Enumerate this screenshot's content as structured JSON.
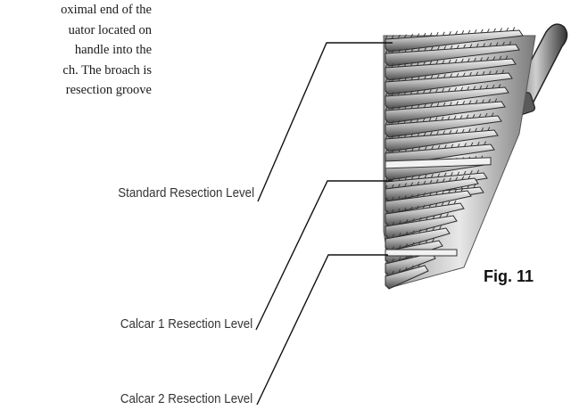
{
  "body_text": {
    "lines": [
      "oximal end of the",
      "uator located on",
      "handle into the",
      "ch. The broach is",
      "resection groove"
    ]
  },
  "callouts": {
    "standard": "Standard Resection Level",
    "calcar1": "Calcar 1 Resection Level",
    "calcar2": "Calcar 2 Resection Level"
  },
  "figure": {
    "label": "Fig. 11"
  }
}
